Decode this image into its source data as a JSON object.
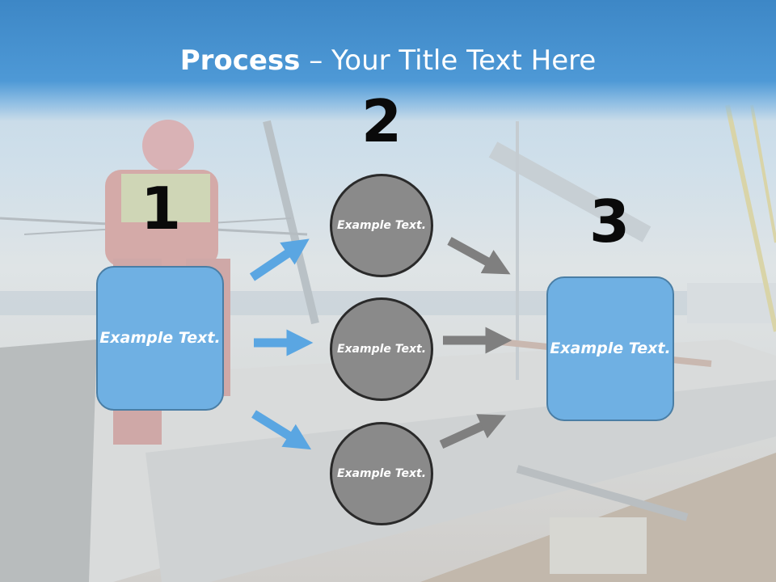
{
  "title": {
    "bold": "Process",
    "rest": " – Your Title Text Here"
  },
  "steps": [
    {
      "number": "1",
      "label": "Example Text."
    },
    {
      "number": "2",
      "items": [
        "Example Text.",
        "Example Text.",
        "Example Text."
      ]
    },
    {
      "number": "3",
      "label": "Example Text."
    }
  ],
  "colors": {
    "header": "#4a94d2",
    "box": "#6fb0e3",
    "circle": "#8a8a8a",
    "arrow_blue": "#5aa6e2",
    "arrow_gray": "#7f7f7f"
  }
}
